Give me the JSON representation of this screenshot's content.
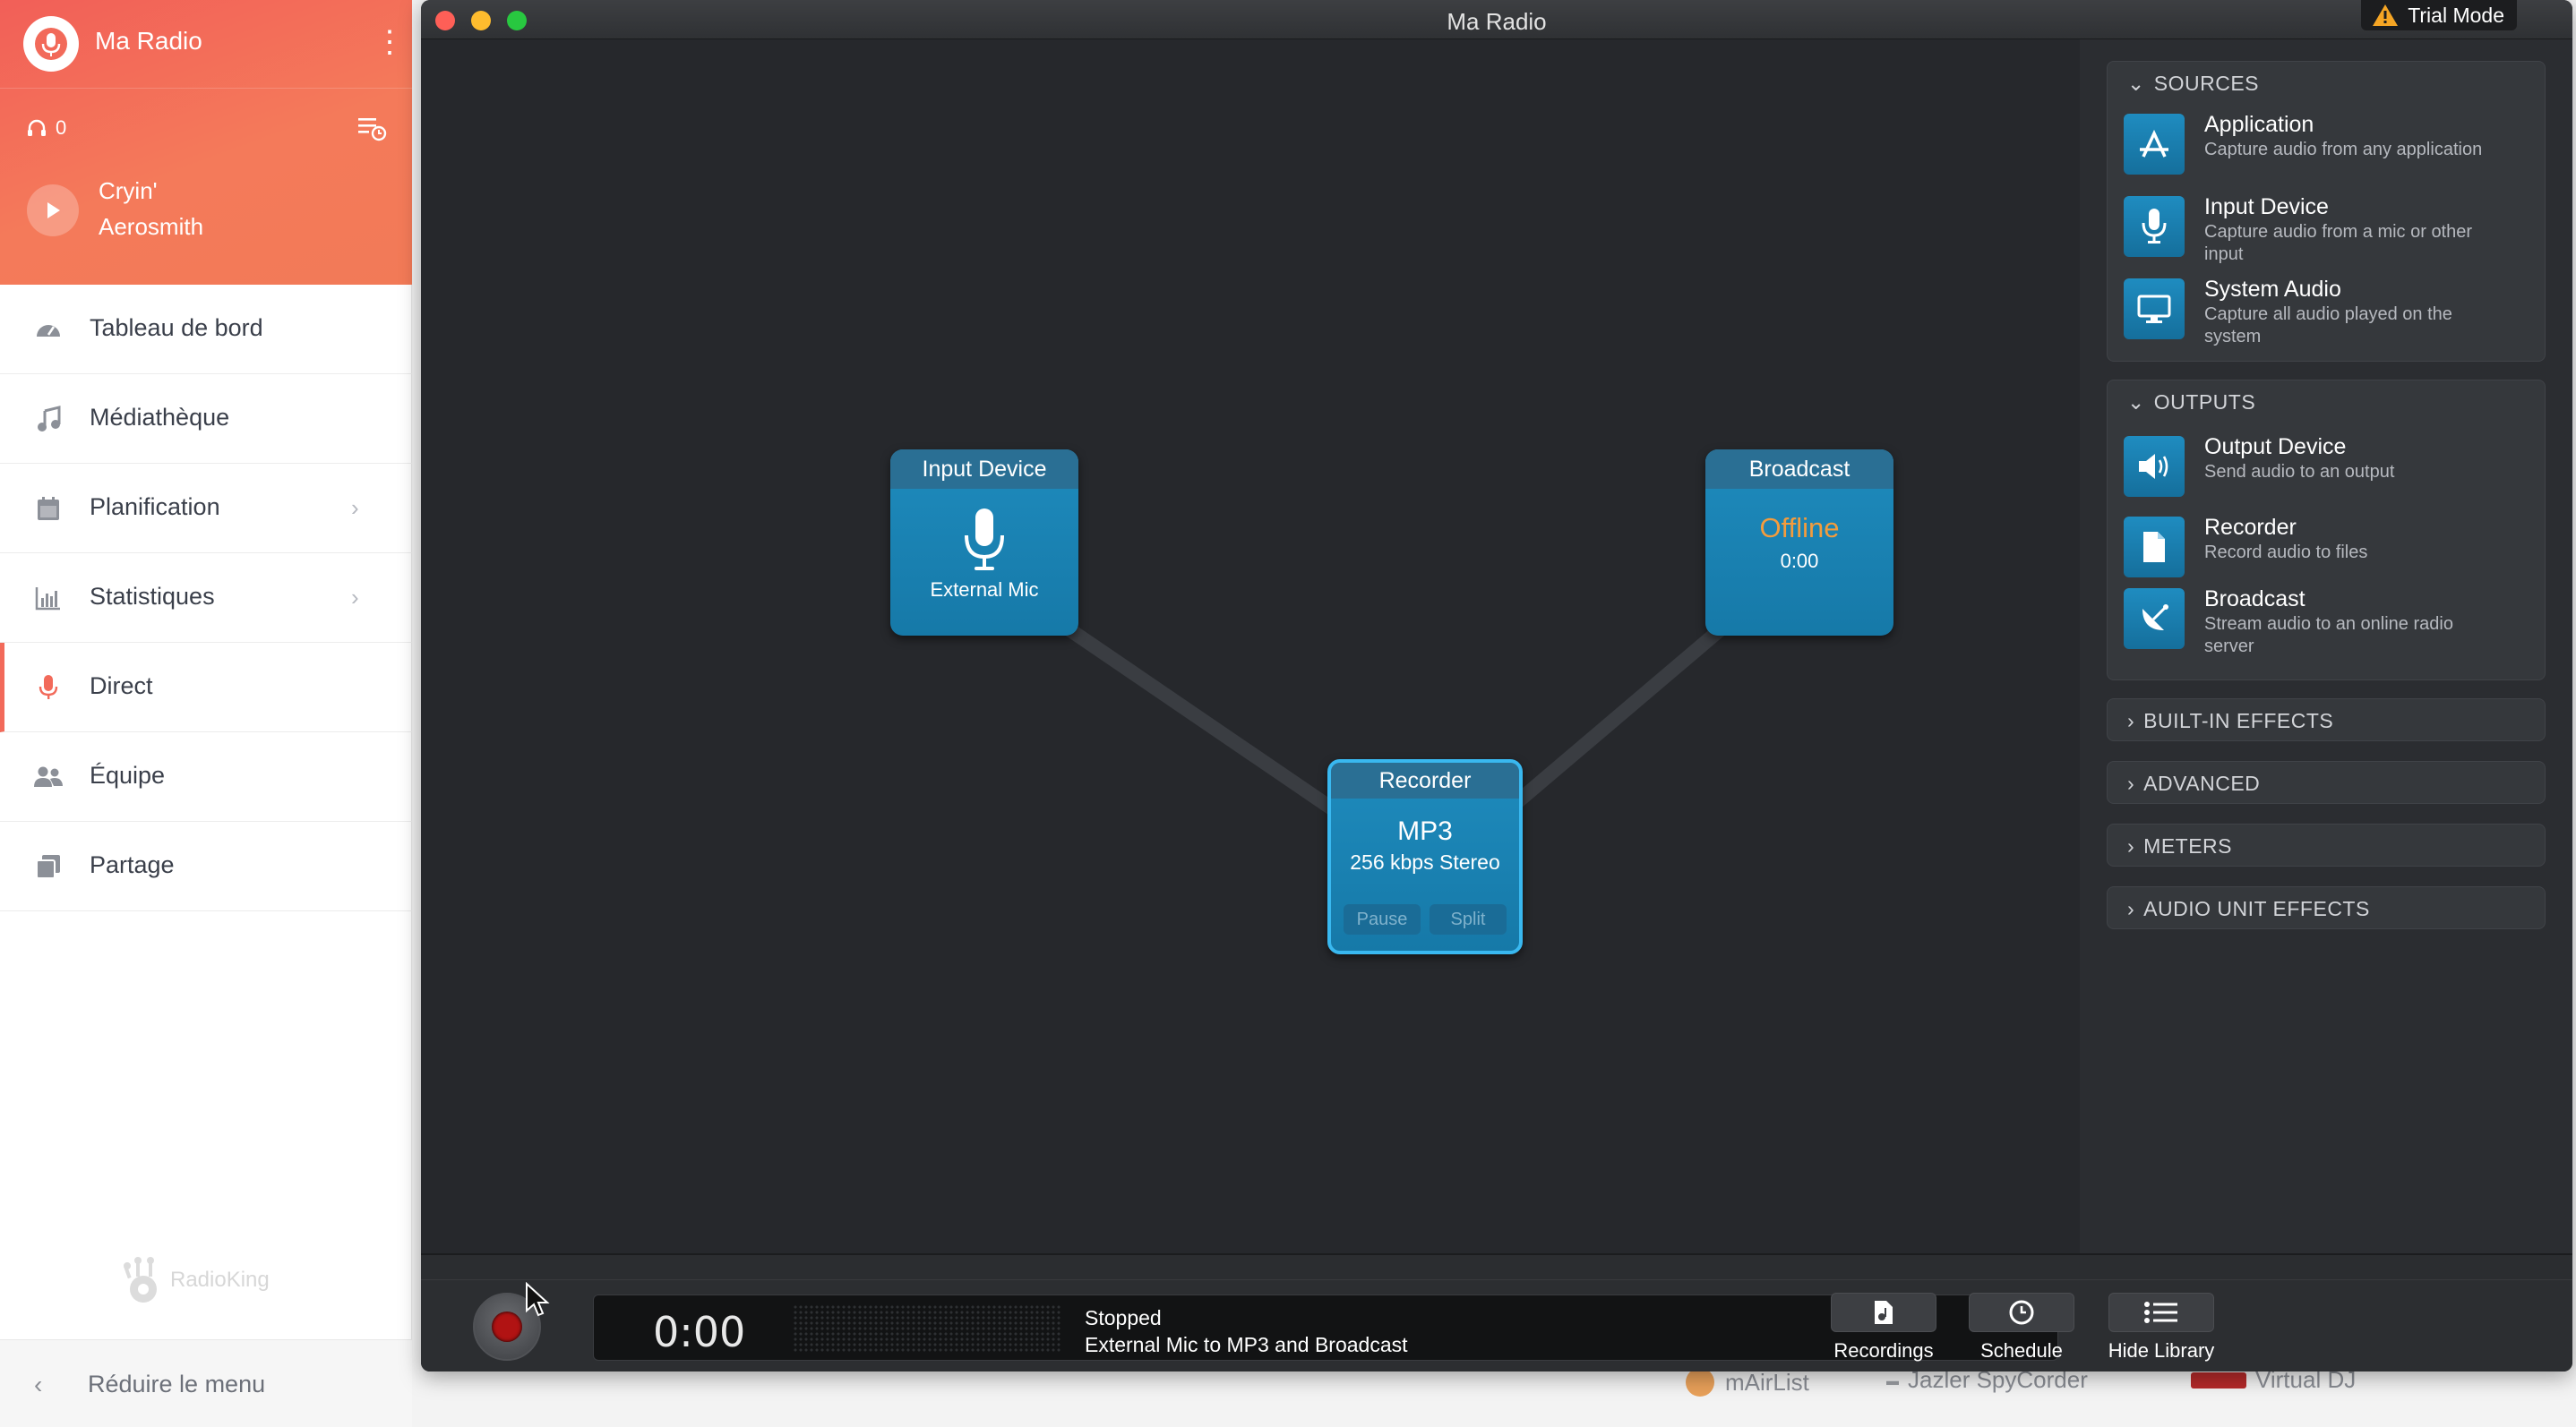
{
  "sidebar": {
    "station_name": "Ma Radio",
    "listeners": "0",
    "now_playing": {
      "title": "Cryin'",
      "artist": "Aerosmith"
    },
    "nav": [
      {
        "label": "Tableau de bord",
        "icon": "dashboard-icon"
      },
      {
        "label": "Médiathèque",
        "icon": "music-note-icon"
      },
      {
        "label": "Planification",
        "icon": "calendar-icon",
        "has_submenu": true
      },
      {
        "label": "Statistiques",
        "icon": "bar-chart-icon",
        "has_submenu": true
      },
      {
        "label": "Direct",
        "icon": "microphone-icon",
        "active": true
      },
      {
        "label": "Équipe",
        "icon": "team-icon"
      },
      {
        "label": "Partage",
        "icon": "share-icon"
      }
    ],
    "brand": "RadioKing",
    "collapse_label": "Réduire le menu",
    "accent_color": "#f26a5a"
  },
  "window": {
    "title": "Ma Radio",
    "trial_badge": "Trial Mode"
  },
  "canvas": {
    "input_block": {
      "title": "Input Device",
      "subtitle": "External Mic"
    },
    "broadcast_block": {
      "title": "Broadcast",
      "status": "Offline",
      "time": "0:00",
      "status_color": "#f39c3d"
    },
    "recorder_block": {
      "title": "Recorder",
      "format": "MP3",
      "quality": "256 kbps Stereo",
      "pause_label": "Pause",
      "split_label": "Split"
    }
  },
  "library": {
    "sources": {
      "header": "SOURCES",
      "items": [
        {
          "title": "Application",
          "desc": "Capture audio from any application",
          "icon": "app-store-icon"
        },
        {
          "title": "Input Device",
          "desc": "Capture audio from a mic or other input",
          "icon": "microphone-icon"
        },
        {
          "title": "System Audio",
          "desc": "Capture all audio played on the system",
          "icon": "monitor-icon"
        }
      ]
    },
    "outputs": {
      "header": "OUTPUTS",
      "items": [
        {
          "title": "Output Device",
          "desc": "Send audio to an output",
          "icon": "speaker-icon"
        },
        {
          "title": "Recorder",
          "desc": "Record audio to files",
          "icon": "file-icon"
        },
        {
          "title": "Broadcast",
          "desc": "Stream audio to an online radio server",
          "icon": "satellite-dish-icon"
        }
      ]
    },
    "collapsed": [
      "BUILT-IN EFFECTS",
      "ADVANCED",
      "METERS",
      "AUDIO UNIT EFFECTS"
    ]
  },
  "control_bar": {
    "time": "0:00",
    "status": "Stopped",
    "description": "External Mic to MP3 and Broadcast",
    "buttons": [
      {
        "label": "Recordings",
        "icon": "recordings-icon"
      },
      {
        "label": "Schedule",
        "icon": "clock-icon"
      },
      {
        "label": "Hide Library",
        "icon": "list-icon"
      }
    ]
  },
  "background_apps": [
    "mAirList",
    "Jazler SpyCorder",
    "Virtual DJ"
  ]
}
